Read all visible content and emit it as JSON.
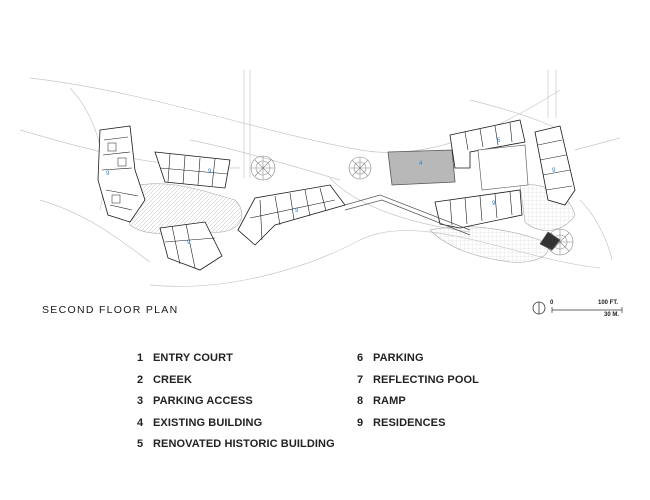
{
  "title": "SECOND FLOOR PLAN",
  "scale": {
    "start": "0",
    "feet": "100 FT.",
    "meters": "30 M."
  },
  "plan_tags": {
    "existing_building": "4",
    "residence_a": "9",
    "residence_b": "9",
    "residence_c": "9",
    "residence_d": "9",
    "residence_e": "9",
    "residence_f": "9",
    "renovated": "5"
  },
  "legend_left": [
    {
      "num": "1",
      "label": "ENTRY COURT"
    },
    {
      "num": "2",
      "label": "CREEK"
    },
    {
      "num": "3",
      "label": "PARKING ACCESS"
    },
    {
      "num": "4",
      "label": "EXISTING BUILDING"
    },
    {
      "num": "5",
      "label": "RENOVATED HISTORIC BUILDING"
    }
  ],
  "legend_right": [
    {
      "num": "6",
      "label": "PARKING"
    },
    {
      "num": "7",
      "label": "REFLECTING POOL"
    },
    {
      "num": "8",
      "label": "RAMP"
    },
    {
      "num": "9",
      "label": "RESIDENCES"
    }
  ]
}
